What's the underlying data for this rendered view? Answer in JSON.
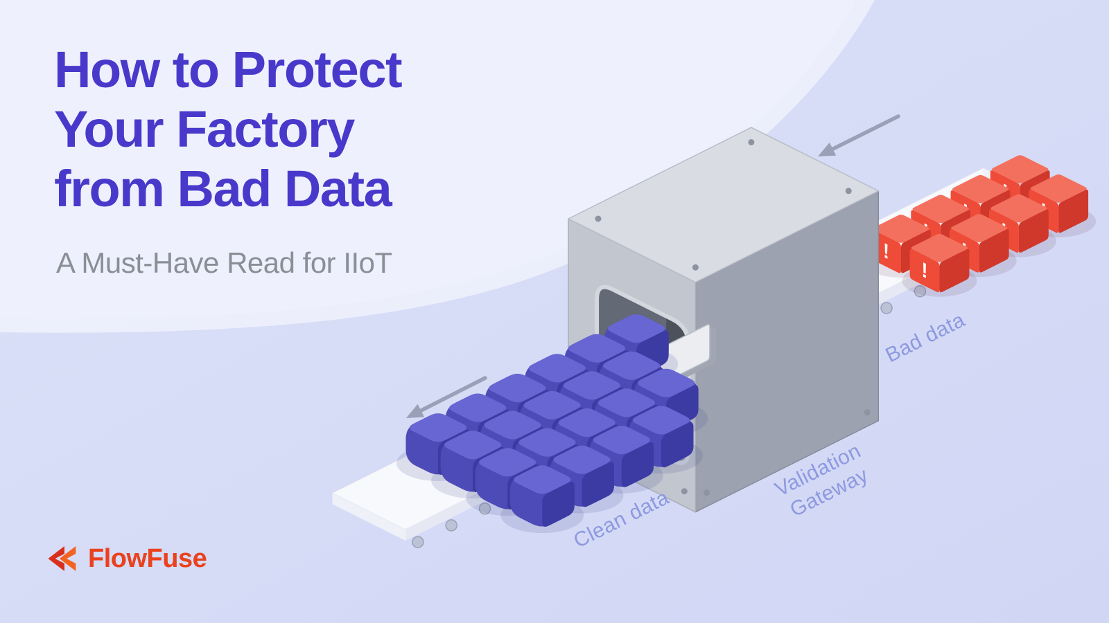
{
  "hero": {
    "title_lines": [
      "How to Protect",
      "Your Factory",
      "from Bad Data"
    ],
    "subtitle": "A Must-Have Read for IIoT"
  },
  "brand": {
    "name": "FlowFuse"
  },
  "diagram": {
    "labels": {
      "bad": "Bad data",
      "validation_line1": "Validation",
      "validation_line2": "Gateway",
      "clean": "Clean data"
    },
    "bad_mark": "!",
    "bad_grid": {
      "rows": 2,
      "cols": 4
    },
    "clean_rows": [
      6,
      5,
      5,
      4
    ]
  },
  "colors": {
    "title": "#4839cb",
    "subtitle": "#8a8e95",
    "background_light": "#eef1fd",
    "background_dark": "#d3d9f6",
    "label": "#8d99e0",
    "arrow": "#98a1b6",
    "belt_top": "#f8f9fd",
    "belt_side": "#e6e9f4",
    "roller": "#bcc3d6",
    "gateway_top": "#d9dce3",
    "gateway_front": "#c2c6cf",
    "gateway_side": "#9ca2af",
    "gateway_interior": "#575c68",
    "gateway_arrow": "#ebedf1",
    "bad_cube_top": "#f4705e",
    "bad_cube_left": "#ee4b38",
    "bad_cube_right": "#cf382a",
    "clean_cube_top": "#6866d2",
    "clean_cube_left": "#4c4bb8",
    "clean_cube_right": "#3c3ba4",
    "brand_red": "#d92f1c",
    "brand_orange": "#f4621f",
    "brand_text": "#e9421e"
  }
}
